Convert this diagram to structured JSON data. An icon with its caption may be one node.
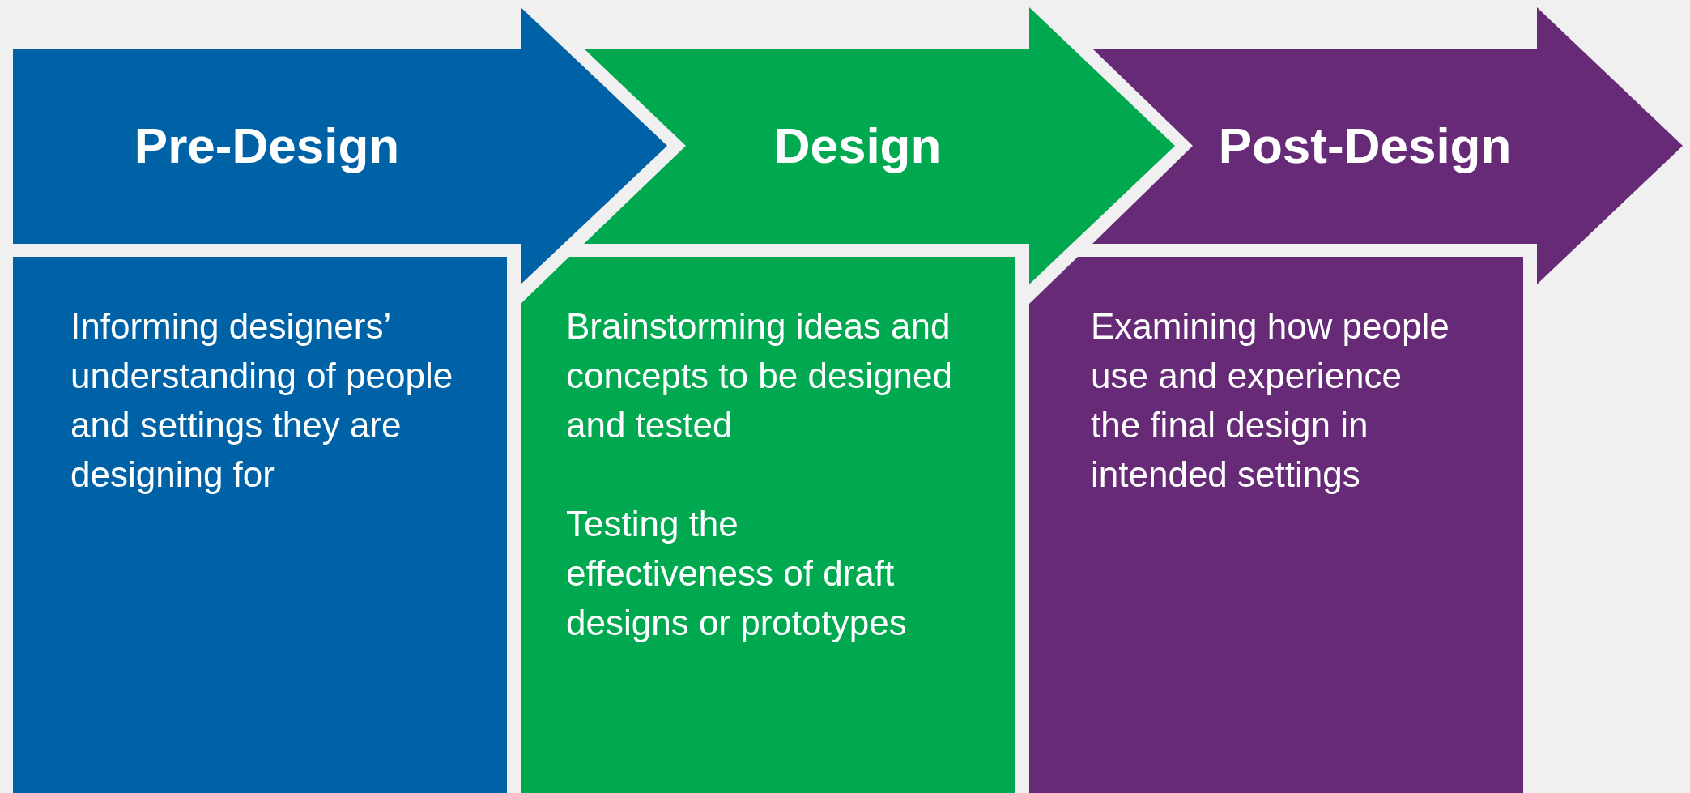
{
  "diagram": {
    "nodes": [
      {
        "text": [
          "Pre-Design"
        ]
      },
      {
        "text": [
          "Design"
        ]
      },
      {
        "text": [
          "Post-Design"
        ]
      },
      {
        "text": [
          "Informing designers’ understanding of people and settings they are designing for"
        ]
      },
      {
        "text": [
          "Brainstorming ideas and concepts to be designed and tested",
          "Testing the effectiveness of draft designs or prototypes"
        ]
      },
      {
        "text": [
          "Examining how people use and experience the final design in intended settings"
        ]
      }
    ]
  }
}
